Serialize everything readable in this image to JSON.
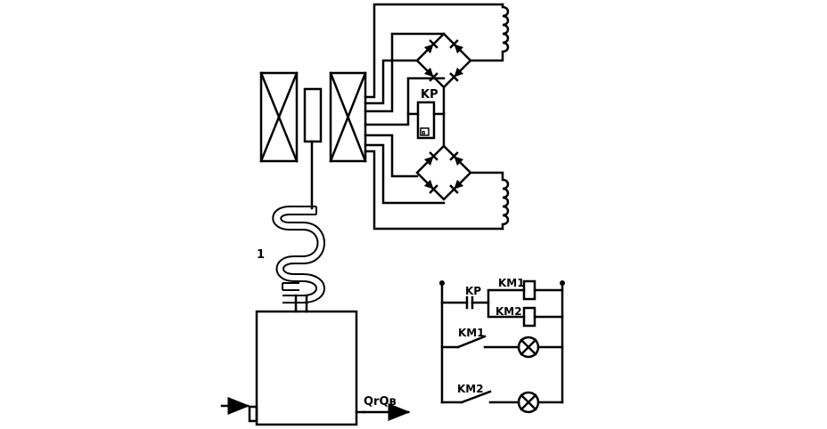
{
  "labels": {
    "coil_number": "1",
    "relay_top": "KP",
    "relay_small": "в",
    "flow_out": "QrQв",
    "ctl_contact_kp": "KP",
    "ctl_coil_km1": "KM1",
    "ctl_coil_km2": "KM2",
    "ctl_contact_km1": "KM1",
    "ctl_contact_km2": "KM2"
  }
}
